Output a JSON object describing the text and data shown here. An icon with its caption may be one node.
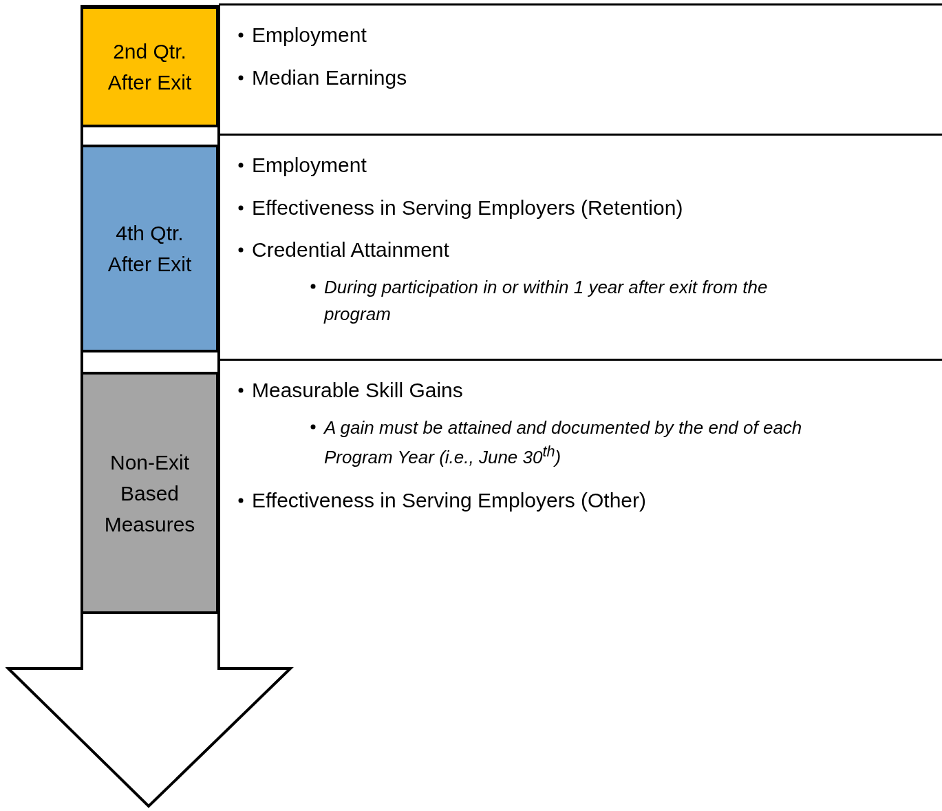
{
  "diagram": {
    "nodes": [
      {
        "text": [],
        "shape": "arrow"
      },
      {
        "text": [
          "2nd Qtr. After Exit"
        ],
        "in": 0
      },
      {
        "text": [
          "Employment",
          "Median Earnings"
        ]
      },
      {
        "text": [
          "4th Qtr. After Exit"
        ],
        "in": 0
      },
      {
        "text": [
          "Employment",
          "Effectiveness in Serving Employers (Retention)",
          "Credential Attainment"
        ]
      },
      {
        "text": [
          "During participation in or within 1 year after exit from the program"
        ],
        "in": 4
      },
      {
        "text": [
          "Non-Exit Based Measures"
        ],
        "in": 0
      },
      {
        "text": [
          "Measurable Skill Gains",
          "Effectiveness in Serving Employers (Other)"
        ]
      },
      {
        "text": [
          "A gain must be attained and documented by the end of each Program Year (i.e., June 30$^{th}$)"
        ],
        "in": 7
      }
    ]
  }
}
